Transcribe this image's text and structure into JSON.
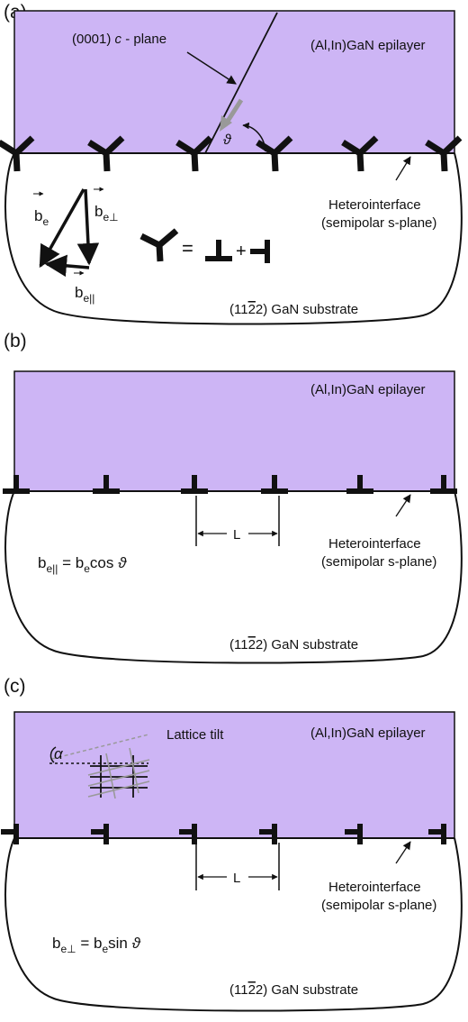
{
  "colors": {
    "epilayer": "#cdb5f5",
    "ink": "#111111",
    "gray": "#9a9a9a"
  },
  "panels": [
    {
      "id": "a",
      "label": "(a)",
      "epilayer": "(Al,In)GaN epilayer",
      "plane_label": "(0001) ",
      "plane_c": "c",
      "plane_suffix": " - plane",
      "theta": "ϑ",
      "interface1": "Heterointerface",
      "interface2": "(semipolar s-plane)",
      "substrate_pre": "(11",
      "substrate_bar": "2",
      "substrate_post": "2) GaN substrate",
      "b": "b",
      "sub_e": "e",
      "sub_perp": "e⊥",
      "sub_par": "e||",
      "eq": "=",
      "plus": "+"
    },
    {
      "id": "b",
      "label": "(b)",
      "epilayer": "(Al,In)GaN epilayer",
      "spacing": "L",
      "interface1": "Heterointerface",
      "interface2": "(semipolar s-plane)",
      "substrate_pre": "(11",
      "substrate_bar": "2",
      "substrate_post": "2) GaN substrate",
      "formula": {
        "b": "b",
        "sub_lhs": "e||",
        "eq": " = ",
        "sub_rhs": "e",
        "fn": "cos ",
        "theta": "ϑ"
      }
    },
    {
      "id": "c",
      "label": "(c)",
      "epilayer": "(Al,In)GaN epilayer",
      "tilt": "Lattice tilt",
      "alpha": "α",
      "spacing": "L",
      "interface1": "Heterointerface",
      "interface2": "(semipolar s-plane)",
      "substrate_pre": "(11",
      "substrate_bar": "2",
      "substrate_post": "2) GaN substrate",
      "formula": {
        "b": "b",
        "sub_lhs": "e⊥",
        "eq": " = ",
        "sub_rhs": "e",
        "fn": "sin ",
        "theta": "ϑ"
      }
    }
  ]
}
